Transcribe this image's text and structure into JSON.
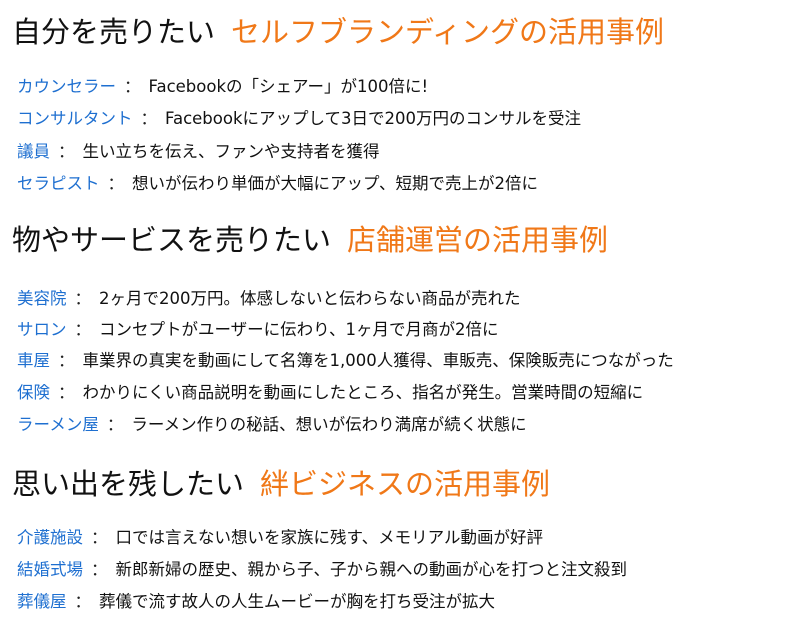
{
  "colors": {
    "accent": "#f07818",
    "label": "#1e6fd0",
    "text": "#111111"
  },
  "separator": "：",
  "sections": [
    {
      "title": "自分を売りたい",
      "subtitle": "セルフブランディングの活用事例",
      "items": [
        {
          "label": "カウンセラー",
          "desc": "Facebookの「シェアー」が100倍に!"
        },
        {
          "label": "コンサルタント",
          "desc": "Facebookにアップして3日で200万円のコンサルを受注"
        },
        {
          "label": "議員",
          "desc": "生い立ちを伝え、ファンや支持者を獲得"
        },
        {
          "label": "セラピスト",
          "desc": "想いが伝わり単価が大幅にアップ、短期で売上が2倍に"
        }
      ]
    },
    {
      "title": "物やサービスを売りたい",
      "subtitle": "店舗運営の活用事例",
      "items": [
        {
          "label": "美容院",
          "desc": "2ヶ月で200万円。体感しないと伝わらない商品が売れた"
        },
        {
          "label": "サロン",
          "desc": "コンセプトがユーザーに伝わり、1ヶ月で月商が2倍に"
        },
        {
          "label": "車屋",
          "desc": "車業界の真実を動画にして名簿を1,000人獲得、車販売、保険販売につながった"
        },
        {
          "label": "保険",
          "desc": "わかりにくい商品説明を動画にしたところ、指名が発生。営業時間の短縮に"
        },
        {
          "label": "ラーメン屋",
          "desc": "ラーメン作りの秘話、想いが伝わり満席が続く状態に"
        }
      ]
    },
    {
      "title": "思い出を残したい",
      "subtitle": "絆ビジネスの活用事例",
      "items": [
        {
          "label": "介護施設",
          "desc": "口では言えない想いを家族に残す、メモリアル動画が好評"
        },
        {
          "label": "結婚式場",
          "desc": "新郎新婦の歴史、親から子、子から親への動画が心を打つと注文殺到"
        },
        {
          "label": "葬儀屋",
          "desc": "葬儀で流す故人の人生ムービーが胸を打ち受注が拡大"
        }
      ]
    }
  ]
}
